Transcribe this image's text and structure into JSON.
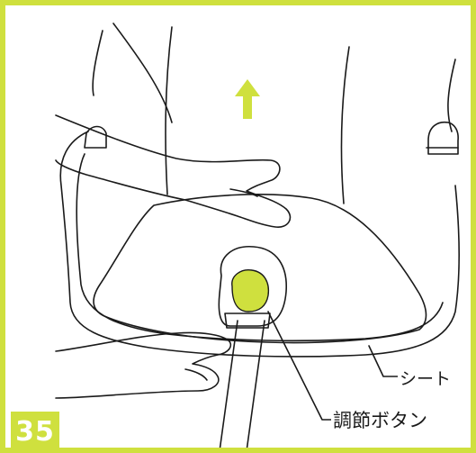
{
  "step": {
    "number": "35"
  },
  "callouts": {
    "seat": "シート",
    "adjust_button": "調節ボタン"
  },
  "colors": {
    "accent": "#cfe03e",
    "line": "#1a1a1a",
    "arrow": "#cfe03e"
  },
  "icons": {
    "arrow": "up-arrow-icon"
  }
}
